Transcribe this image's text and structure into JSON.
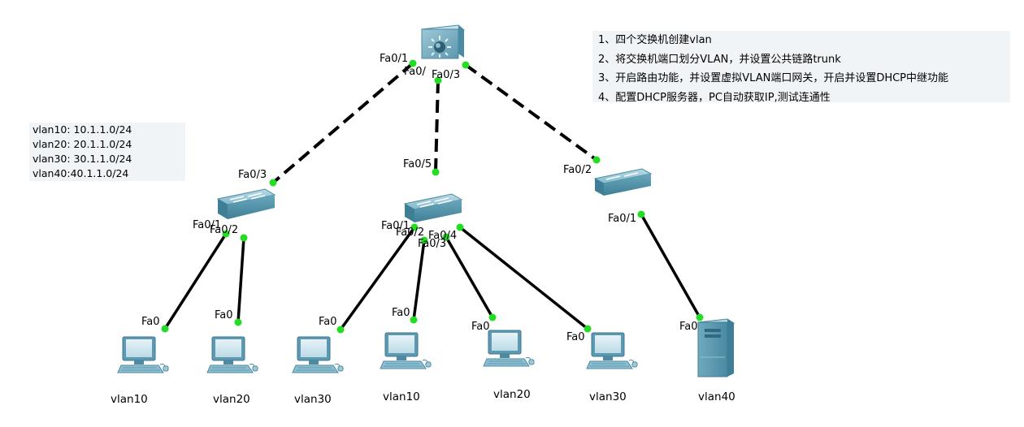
{
  "subnet_note": [
    "vlan10: 10.1.1.0/24",
    "vlan20: 20.1.1.0/24",
    "vlan30: 30.1.1.0/24",
    "vlan40:40.1.1.0/24"
  ],
  "steps_note": [
    "1、四个交换机创建vlan",
    "2、将交换机端口划分VLAN，并设置公共链路trunk",
    "3、开启路由功能，并设置虚拟VLAN端口网关，开启并设置DHCP中继功能",
    "4、配置DHCP服务器，PC自动获取IP,测试连通性"
  ],
  "ports": {
    "core_fa01": "Fa0/1",
    "core_fa0": "Fa0/",
    "core_fa03": "Fa0/3",
    "s1_fa03": "Fa0/3",
    "s1_fa01": "Fa0/1",
    "s1_fa02": "Fa0/2",
    "s2_fa05": "Fa0/5",
    "s2_fa01": "Fa0/1",
    "s2_fa02": "Fa0/2",
    "s2_fa04": "Fa0/4",
    "s2_fa03": "Fa0/3",
    "s3_fa02": "Fa0/2",
    "s3_fa01": "Fa0/1",
    "end_fa0": "Fa0"
  },
  "hosts": [
    "vlan10",
    "vlan20",
    "vlan30",
    "vlan10",
    "vlan20",
    "vlan30",
    "vlan40"
  ],
  "colors": {
    "link": "#000000",
    "port_dot": "#22dd22",
    "switch": "#5f9fb5",
    "pc": "#5f9fb5"
  },
  "icons": {
    "core": "multilayer-switch-icon",
    "access": "switch-icon",
    "host": "pc-icon",
    "server": "server-icon"
  }
}
